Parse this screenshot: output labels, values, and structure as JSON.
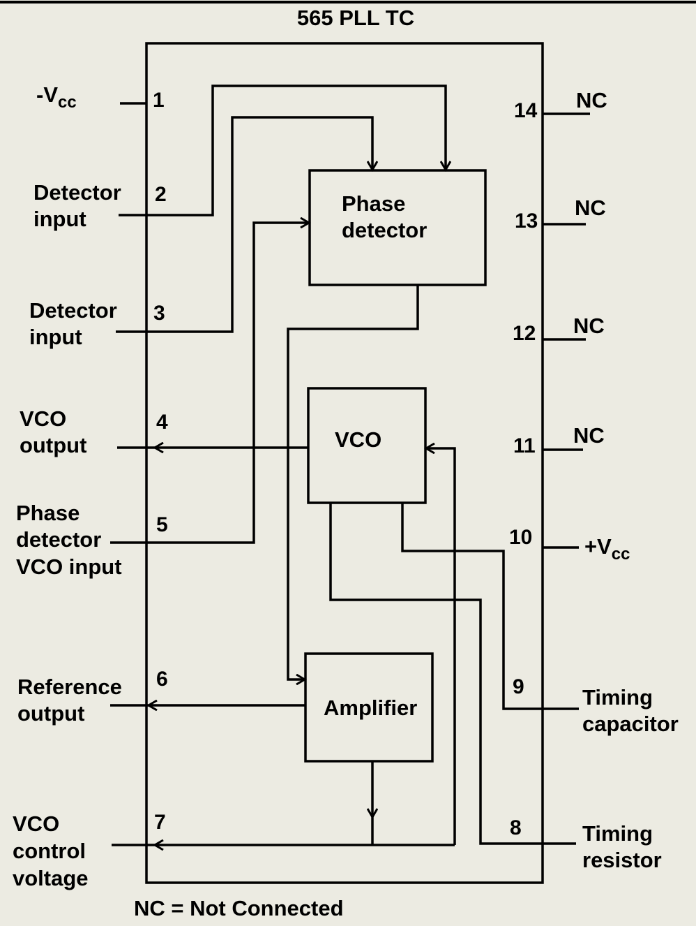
{
  "title": "565 PLL TC",
  "legend": "NC = Not Connected",
  "blocks": {
    "phase_detector": [
      "Phase",
      "detector"
    ],
    "vco": "VCO",
    "amplifier": "Amplifier"
  },
  "left_pins": [
    {
      "number": "1",
      "label": [
        "-V",
        "cc"
      ]
    },
    {
      "number": "2",
      "label": [
        "Detector",
        "input"
      ]
    },
    {
      "number": "3",
      "label": [
        "Detector",
        "input"
      ]
    },
    {
      "number": "4",
      "label": [
        "VCO",
        "output"
      ]
    },
    {
      "number": "5",
      "label": [
        "Phase",
        "detector",
        "VCO input"
      ]
    },
    {
      "number": "6",
      "label": [
        "Reference",
        "output"
      ]
    },
    {
      "number": "7",
      "label": [
        "VCO",
        "control",
        "voltage"
      ]
    }
  ],
  "right_pins": [
    {
      "number": "14",
      "label": [
        "NC"
      ]
    },
    {
      "number": "13",
      "label": [
        "NC"
      ]
    },
    {
      "number": "12",
      "label": [
        "NC"
      ]
    },
    {
      "number": "11",
      "label": [
        "NC"
      ]
    },
    {
      "number": "10",
      "label": [
        "+V",
        "cc"
      ]
    },
    {
      "number": "9",
      "label": [
        "Timing",
        "capacitor"
      ]
    },
    {
      "number": "8",
      "label": [
        "Timing",
        "resistor"
      ]
    }
  ]
}
